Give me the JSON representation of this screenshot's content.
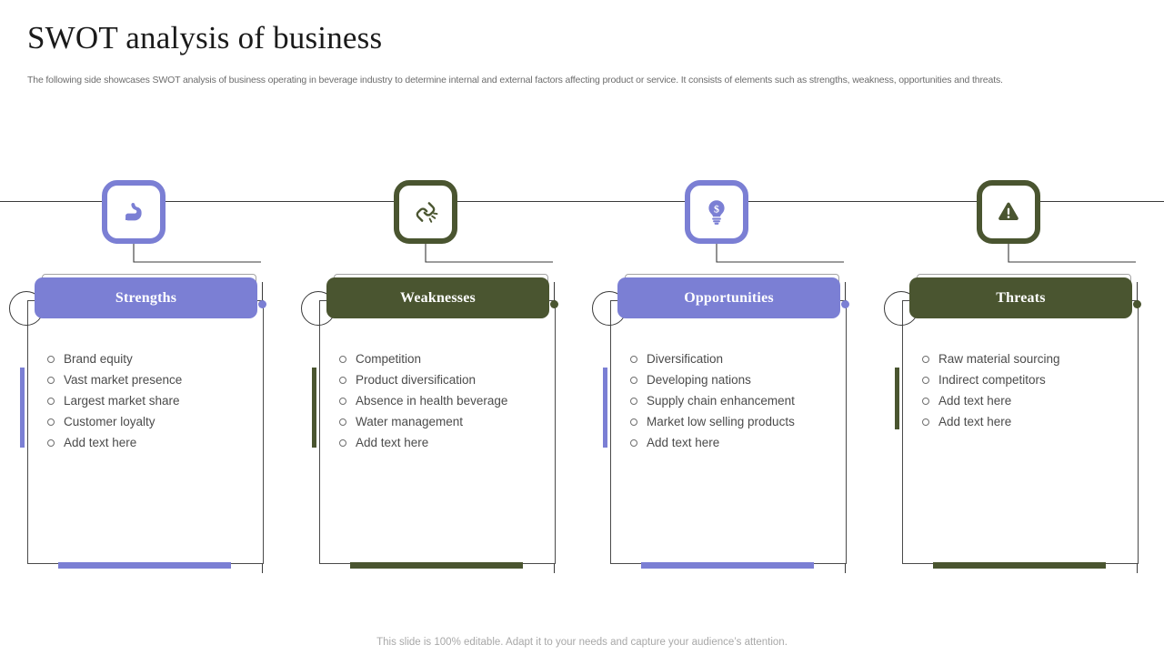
{
  "header": {
    "title": "SWOT analysis of business",
    "subtitle": "The following side showcases SWOT analysis of business operating in beverage industry to determine internal and external factors affecting product or service. It consists of elements such as strengths, weakness, opportunities and threats."
  },
  "footer": {
    "note": "This slide is 100% editable. Adapt it to your needs and capture your audience’s attention."
  },
  "colors": {
    "purple": "#7b7fd4",
    "olive": "#4a5530",
    "line": "#3a3a3a",
    "body_text": "#4b4b4b",
    "muted": "#a8a8a8"
  },
  "columns": [
    {
      "key": "strengths",
      "label": "Strengths",
      "accent": "#7b7fd4",
      "icon": "flexed-bicep-icon",
      "items": [
        "Brand equity",
        "Vast market presence",
        "Largest market share",
        "Customer loyalty",
        "Add text here"
      ]
    },
    {
      "key": "weaknesses",
      "label": "Weaknesses",
      "accent": "#4a5530",
      "icon": "broken-chain-icon",
      "items": [
        "Competition",
        "Product diversification",
        "Absence in health beverage",
        "Water management",
        "Add text here"
      ]
    },
    {
      "key": "opportunities",
      "label": "Opportunities",
      "accent": "#7b7fd4",
      "icon": "lightbulb-dollar-icon",
      "items": [
        "Diversification",
        "Developing nations",
        "Supply chain enhancement",
        "Market low selling products",
        "Add text here"
      ]
    },
    {
      "key": "threats",
      "label": "Threats",
      "accent": "#4a5530",
      "icon": "warning-triangle-icon",
      "items": [
        "Raw material sourcing",
        "Indirect competitors",
        "Add text here",
        "Add text here"
      ]
    }
  ]
}
